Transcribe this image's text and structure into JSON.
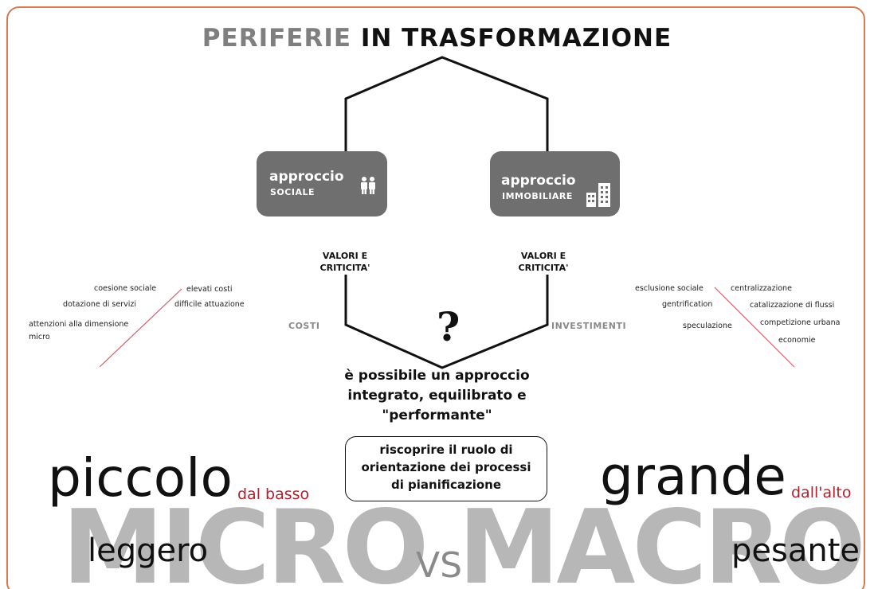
{
  "title": {
    "part1": "PERIFERIE",
    "part2": "IN TRASFORMAZIONE"
  },
  "left_box": {
    "line1": "approccio",
    "line2": "SOCIALE",
    "icon": "people-icon"
  },
  "right_box": {
    "line1": "approccio",
    "line2": "IMMOBILIARE",
    "icon": "buildings-icon"
  },
  "left_label": {
    "line1": "VALORI E",
    "line2": "CRITICITA'"
  },
  "right_label": {
    "line1": "VALORI E",
    "line2": "CRITICITA'"
  },
  "left_side": "COSTI",
  "right_side": "INVESTIMENTI",
  "question_mark": "?",
  "question": [
    "è possibile un approccio",
    "integrato, equilibrato e",
    "\"performante\""
  ],
  "rediscover": [
    "riscoprire il ruolo di",
    "orientazione dei processi",
    "di pianificazione"
  ],
  "left_pros": [
    "coesione sociale",
    "dotazione di servizi",
    "attenzioni alla dimensione",
    "micro"
  ],
  "left_cons": [
    "elevati costi",
    "difficile attuazione"
  ],
  "right_pros": [
    "esclusione sociale",
    "gentrification",
    "speculazione"
  ],
  "right_cons": [
    "centralizzazione",
    "catalizzazione di flussi",
    "competizione urbana",
    "economie"
  ],
  "bottom": {
    "piccolo": "piccolo",
    "dal_basso": "dal basso",
    "grande": "grande",
    "dall_alto": "dall'alto",
    "leggero": "leggero",
    "pesante": "pesante",
    "micro": "MICRO",
    "macro": "MACRO",
    "vs": "VS"
  },
  "colors": {
    "frame": "#d77a52",
    "box": "#6f6f6f",
    "accent_red": "#b3202a",
    "big_grey": "#b7b7b7"
  }
}
